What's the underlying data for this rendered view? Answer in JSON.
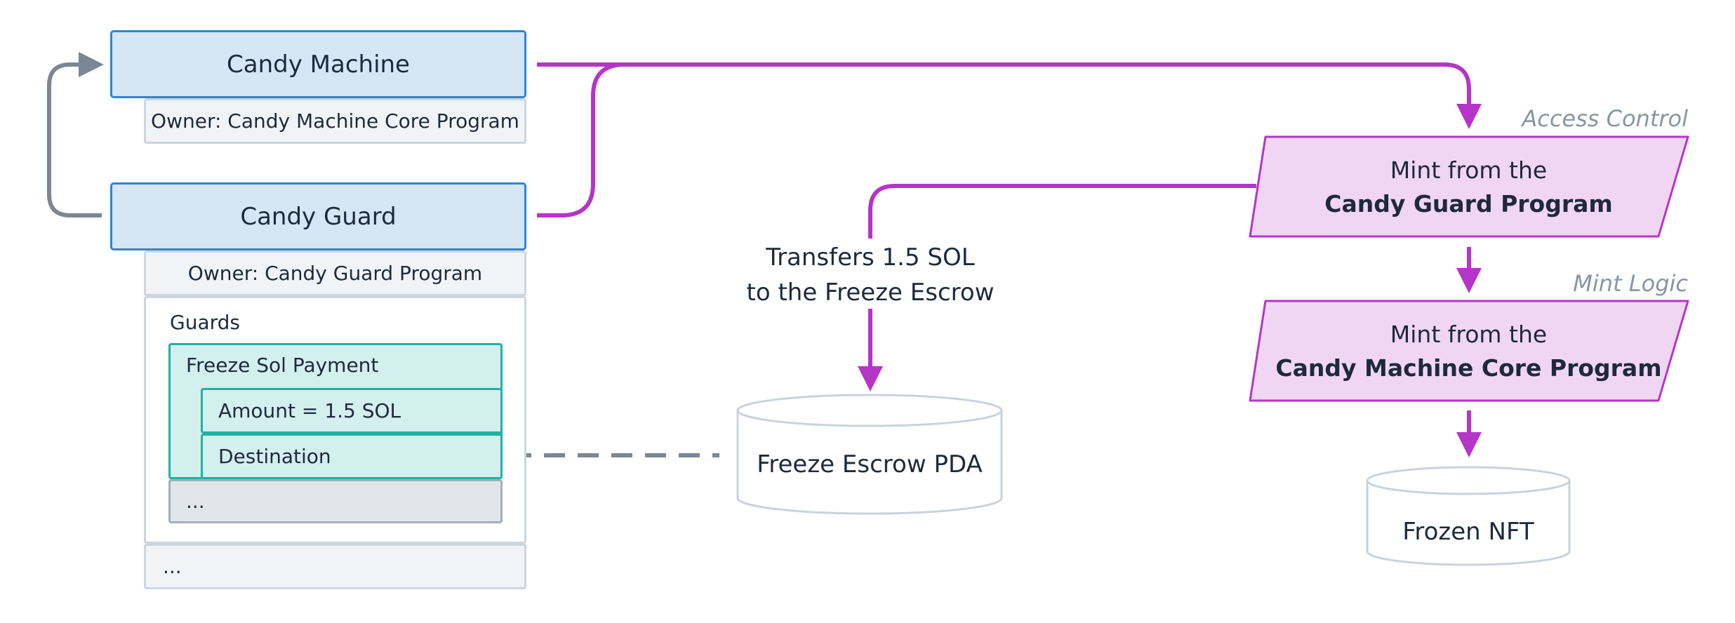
{
  "accounts": {
    "candy_machine": {
      "title": "Candy Machine",
      "owner": "Owner: Candy Machine Core Program"
    },
    "candy_guard": {
      "title": "Candy Guard",
      "owner": "Owner: Candy Guard Program"
    }
  },
  "guards_panel": {
    "label": "Guards",
    "freeze_sol_payment": {
      "title": "Freeze Sol Payment",
      "amount": "Amount = 1.5 SOL",
      "destination": "Destination"
    },
    "more_guards": "...",
    "more_fields": "..."
  },
  "transfer_label": {
    "line1": "Transfers 1.5 SOL",
    "line2": "to the Freeze Escrow"
  },
  "freeze_escrow": {
    "label": "Freeze Escrow PDA"
  },
  "steps": {
    "access_control": {
      "tag": "Access Control",
      "line1": "Mint from the",
      "line2": "Candy Guard Program"
    },
    "mint_logic": {
      "tag": "Mint Logic",
      "line1": "Mint from the",
      "line2": "Candy Machine Core Program"
    }
  },
  "frozen_nft": {
    "label": "Frozen NFT"
  },
  "colors": {
    "account_fill": "#d6e6f5",
    "account_border": "#2b87d4",
    "guard_fill": "#d3efee",
    "guard_border": "#1fb3a2",
    "flow": "#b535c8",
    "step_fill": "#f1d6f3",
    "connector_grey": "#7b8794",
    "storage_border": "#c9d2dc"
  }
}
